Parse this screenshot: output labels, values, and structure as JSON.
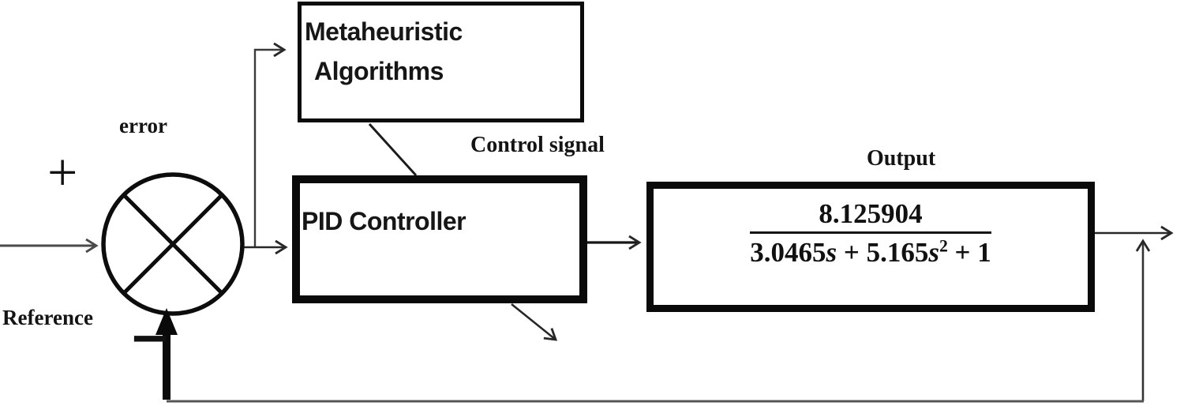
{
  "figure": {
    "labels": {
      "error": "error",
      "plus_sign": "+",
      "minus_sign": "−",
      "reference": "Reference",
      "control_signal": "Control signal",
      "output": "Output"
    },
    "blocks": {
      "metaheuristic": {
        "line1": "Metaheuristic",
        "line2": "Algorithms"
      },
      "pid": {
        "label": "PID Controller"
      },
      "plant": {
        "numerator": "8.125904",
        "denominator": {
          "coeff1": "3.0465",
          "var1": "s",
          "op1": " + ",
          "coeff2": "5.165",
          "var2": "s",
          "exponent": "2",
          "op2": " + ",
          "constant": "1"
        }
      }
    },
    "colors": {
      "background": "#ffffff",
      "border": "#0b0b0b",
      "connector": "#2b2b2b",
      "connector_gray": "#4a4a4a",
      "text": "#141414"
    }
  }
}
